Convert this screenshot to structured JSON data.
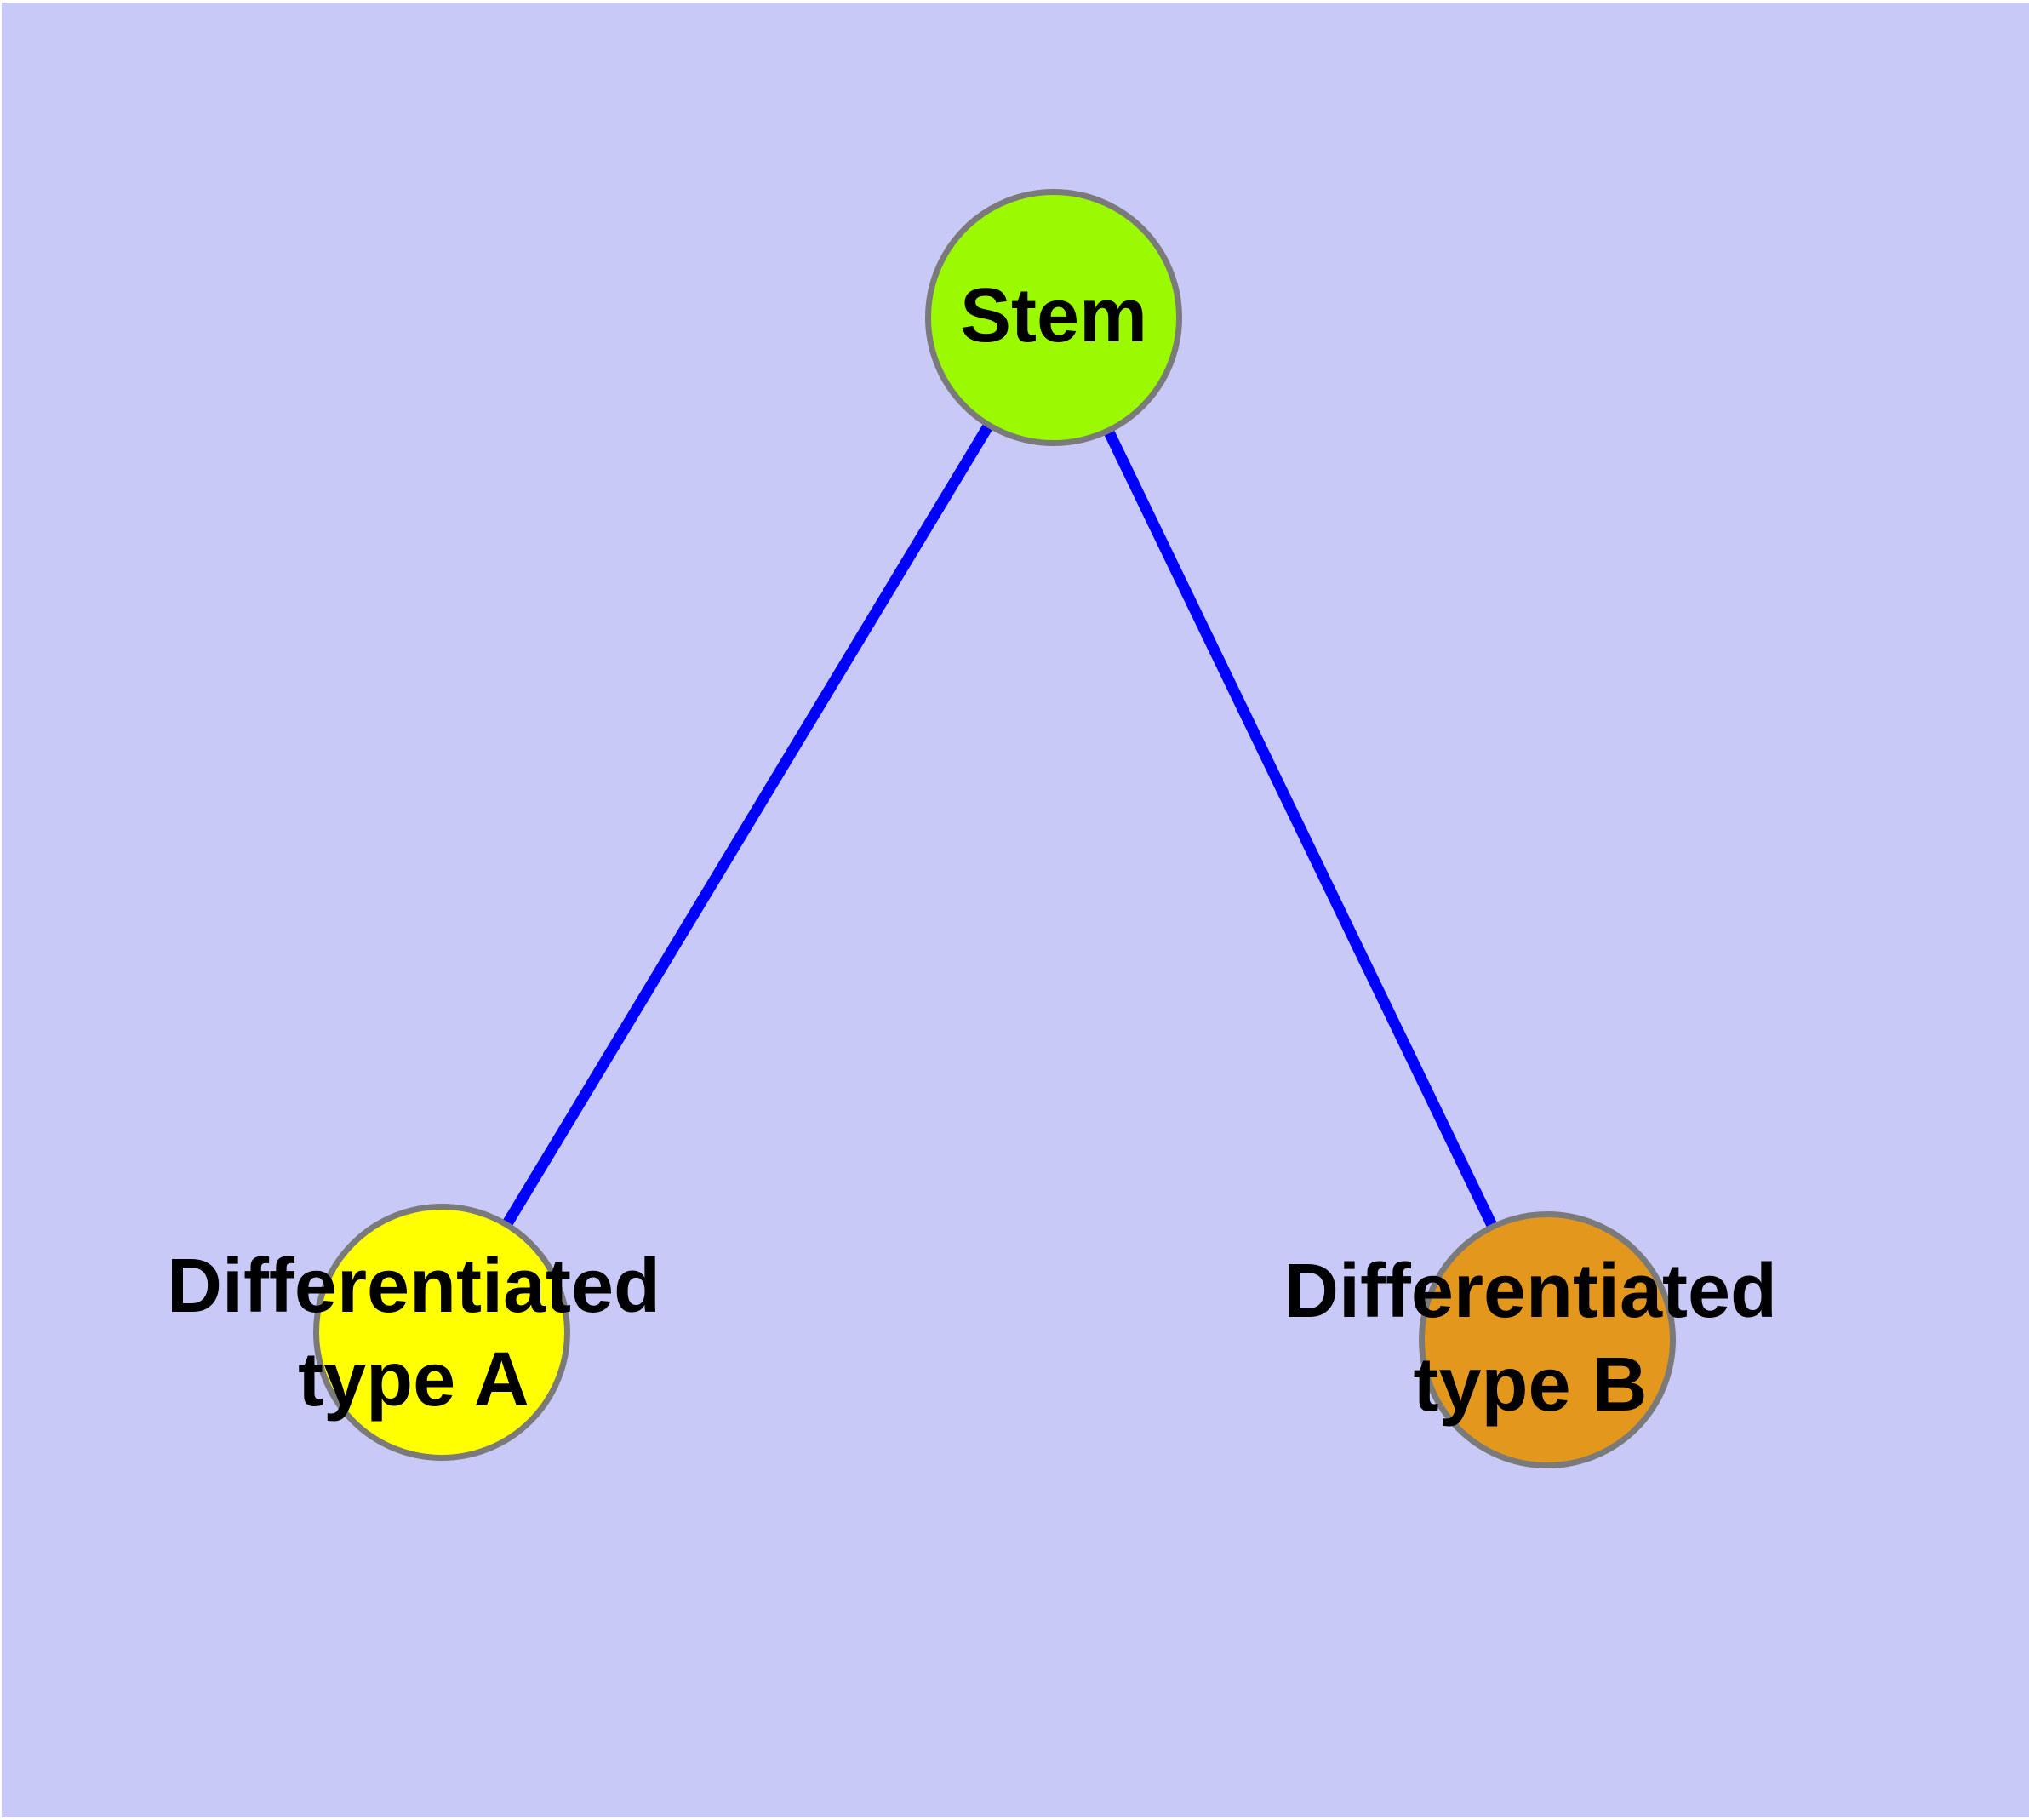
{
  "figure": {
    "type": "graph-diagram",
    "background_color": "#c9c9f8",
    "edge_color": "#0000ff",
    "node_border_color": "#7a7a7a",
    "nodes": [
      {
        "id": "stem",
        "label": "Stem",
        "color": "#9bfa02"
      },
      {
        "id": "type-a",
        "label_line1": "Differentiated",
        "label_line2": "type A",
        "color": "#ffff00"
      },
      {
        "id": "type-b",
        "label_line1": "Differentiated",
        "label_line2": "type B",
        "color": "#e3981d"
      }
    ],
    "edges": [
      {
        "from": "Stem",
        "to": "Differentiated type A"
      },
      {
        "from": "Stem",
        "to": "Differentiated type B"
      }
    ]
  }
}
